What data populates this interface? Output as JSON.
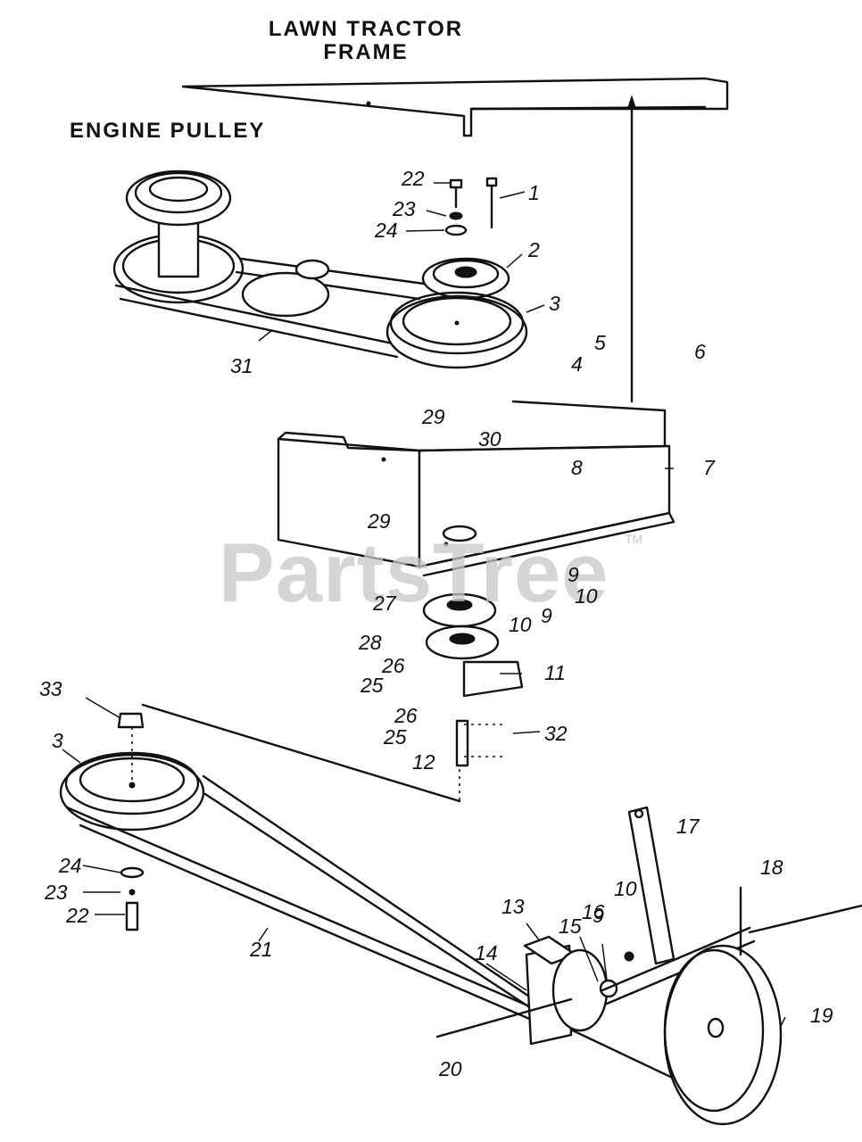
{
  "titles": {
    "frame": "LAWN TRACTOR FRAME",
    "engine": "ENGINE PULLEY"
  },
  "watermark": {
    "text": "PartsTree",
    "tm": "TM"
  },
  "callouts": [
    {
      "id": "c22a",
      "text": "22"
    },
    {
      "id": "c1",
      "text": "1"
    },
    {
      "id": "c23a",
      "text": "23"
    },
    {
      "id": "c24a",
      "text": "24"
    },
    {
      "id": "c2",
      "text": "2"
    },
    {
      "id": "c3a",
      "text": "3"
    },
    {
      "id": "c31",
      "text": "31"
    },
    {
      "id": "c4",
      "text": "4"
    },
    {
      "id": "c5",
      "text": "5"
    },
    {
      "id": "c6",
      "text": "6"
    },
    {
      "id": "c7",
      "text": "7"
    },
    {
      "id": "c29a",
      "text": "29"
    },
    {
      "id": "c30",
      "text": "30"
    },
    {
      "id": "c8",
      "text": "8"
    },
    {
      "id": "c29b",
      "text": "29"
    },
    {
      "id": "c9a",
      "text": "9"
    },
    {
      "id": "c10a",
      "text": "10"
    },
    {
      "id": "c9b",
      "text": "9"
    },
    {
      "id": "c10b",
      "text": "10"
    },
    {
      "id": "c27",
      "text": "27"
    },
    {
      "id": "c28",
      "text": "28"
    },
    {
      "id": "c26a",
      "text": "26"
    },
    {
      "id": "c25a",
      "text": "25"
    },
    {
      "id": "c11",
      "text": "11"
    },
    {
      "id": "c33",
      "text": "33"
    },
    {
      "id": "c3b",
      "text": "3"
    },
    {
      "id": "c26b",
      "text": "26"
    },
    {
      "id": "c25b",
      "text": "25"
    },
    {
      "id": "c32",
      "text": "32"
    },
    {
      "id": "c12",
      "text": "12"
    },
    {
      "id": "c17",
      "text": "17"
    },
    {
      "id": "c18",
      "text": "18"
    },
    {
      "id": "c24b",
      "text": "24"
    },
    {
      "id": "c23b",
      "text": "23"
    },
    {
      "id": "c22b",
      "text": "22"
    },
    {
      "id": "c13",
      "text": "13"
    },
    {
      "id": "c10c",
      "text": "10"
    },
    {
      "id": "c9c",
      "text": "9"
    },
    {
      "id": "c15",
      "text": "15"
    },
    {
      "id": "c16",
      "text": "16"
    },
    {
      "id": "c14",
      "text": "14"
    },
    {
      "id": "c21",
      "text": "21"
    },
    {
      "id": "c19",
      "text": "19"
    },
    {
      "id": "c20",
      "text": "20"
    }
  ]
}
